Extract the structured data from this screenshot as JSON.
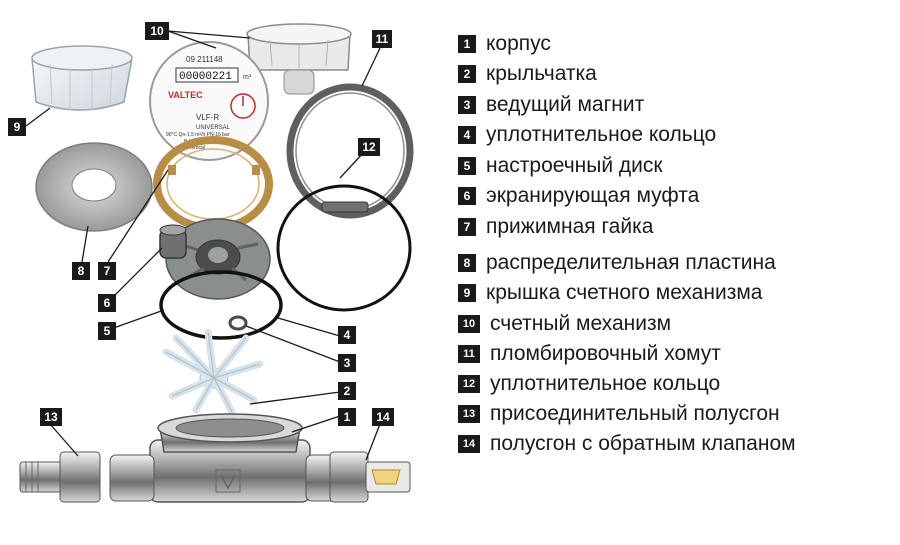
{
  "meter": {
    "serial": "09 211148",
    "counter": "00000221",
    "unit": "m³",
    "brand": "VALTEC",
    "model": "VLF-R",
    "spec_line1": "UNIVERSAL",
    "spec_line2": "90°C Qn-1,5 m³/h PN-16 bar",
    "spec_line3": "B-horizontal",
    "spec_line4": "A-vertical"
  },
  "callouts": [
    "1",
    "2",
    "3",
    "4",
    "5",
    "6",
    "7",
    "8",
    "9",
    "10",
    "11",
    "12",
    "13",
    "14"
  ],
  "legend": [
    {
      "num": "1",
      "text": "корпус"
    },
    {
      "num": "2",
      "text": "крыльчатка"
    },
    {
      "num": "3",
      "text": "ведущий магнит"
    },
    {
      "num": "4",
      "text": "уплотнительное кольцо"
    },
    {
      "num": "5",
      "text": "настроечный диск"
    },
    {
      "num": "6",
      "text": "экранирующая муфта"
    },
    {
      "num": "7",
      "text": "прижимная гайка"
    },
    {
      "num": "8",
      "text": "распределительная пластина"
    },
    {
      "num": "9",
      "text": "крышка счетного механизма"
    },
    {
      "num": "10",
      "text": "счетный механизм"
    },
    {
      "num": "11",
      "text": "пломбировочный хомут"
    },
    {
      "num": "12",
      "text": "уплотнительное кольцо"
    },
    {
      "num": "13",
      "text": "присоединительный полусгон"
    },
    {
      "num": "14",
      "text": "полусгон с обратным клапаном"
    }
  ]
}
